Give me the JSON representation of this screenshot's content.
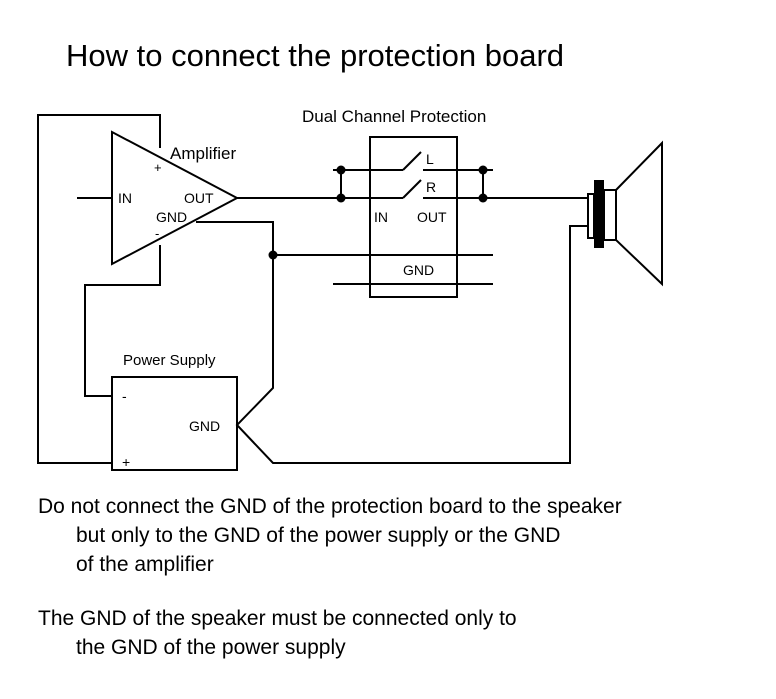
{
  "title": "How to connect the protection board",
  "diagram": {
    "protection_board_title": "Dual Channel Protection",
    "amplifier": {
      "label": "Amplifier",
      "plus": "+",
      "minus": "-",
      "in": "IN",
      "out": "OUT",
      "gnd": "GND"
    },
    "protection": {
      "left_channel": "L",
      "right_channel": "R",
      "in": "IN",
      "out": "OUT",
      "gnd": "GND"
    },
    "power_supply": {
      "label": "Power Supply",
      "minus": "-",
      "plus": "+",
      "gnd": "GND"
    }
  },
  "notes": {
    "note1": {
      "line1": "Do not connect the GND of the protection board to the speaker",
      "line2": "but only to the GND of the power supply or the GND",
      "line3": "of the amplifier"
    },
    "note2": {
      "line1": "The GND of the speaker must be connected only to",
      "line2": "the GND of the power supply"
    }
  }
}
